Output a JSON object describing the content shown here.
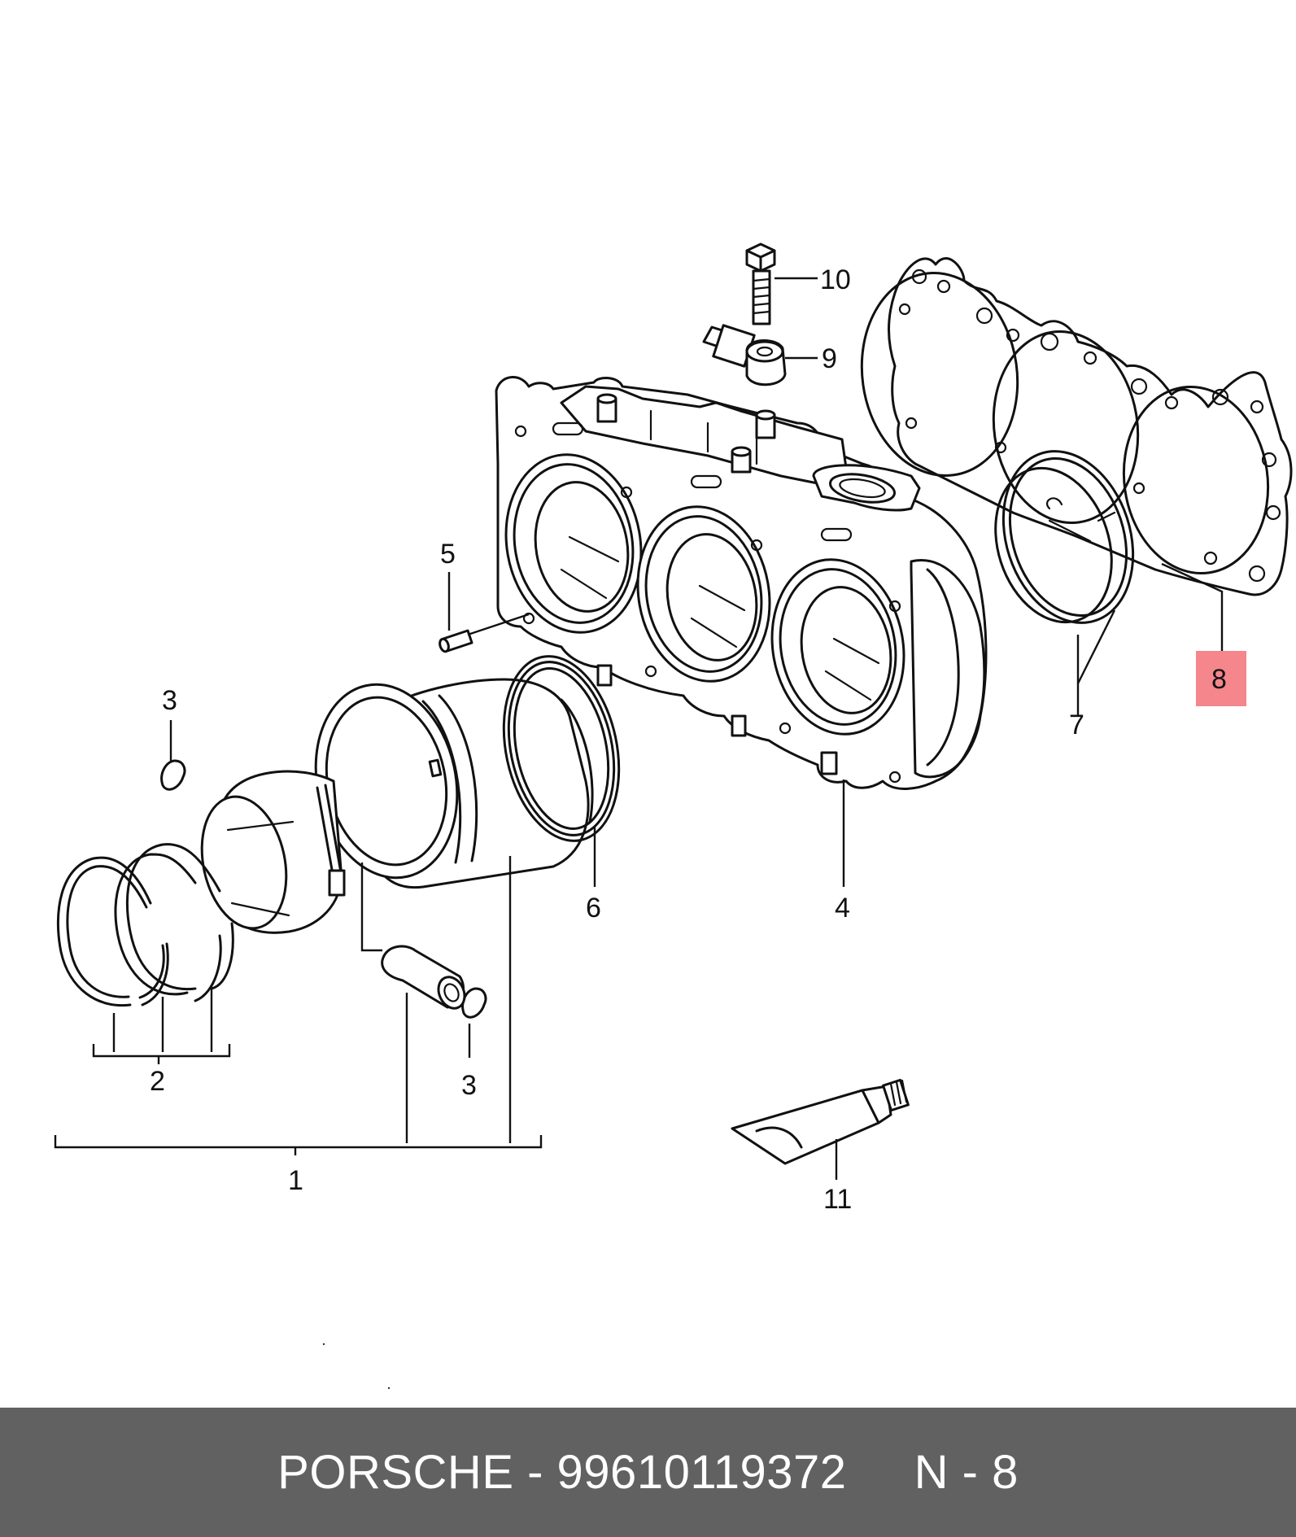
{
  "diagram": {
    "callouts": [
      {
        "id": "c1",
        "label": "1"
      },
      {
        "id": "c2",
        "label": "2"
      },
      {
        "id": "c3a",
        "label": "3"
      },
      {
        "id": "c3b",
        "label": "3"
      },
      {
        "id": "c4",
        "label": "4"
      },
      {
        "id": "c5",
        "label": "5"
      },
      {
        "id": "c6",
        "label": "6"
      },
      {
        "id": "c7",
        "label": "7"
      },
      {
        "id": "c8",
        "label": "8"
      },
      {
        "id": "c9",
        "label": "9"
      },
      {
        "id": "c10",
        "label": "10"
      },
      {
        "id": "c11",
        "label": "11"
      }
    ],
    "highlight_color": "#f4868c"
  },
  "caption": {
    "text": "PORSCHE - 99610119372     N - 8"
  },
  "colors": {
    "caption_bar": "#616161",
    "caption_text": "#ffffff",
    "line_art": "#111111"
  }
}
